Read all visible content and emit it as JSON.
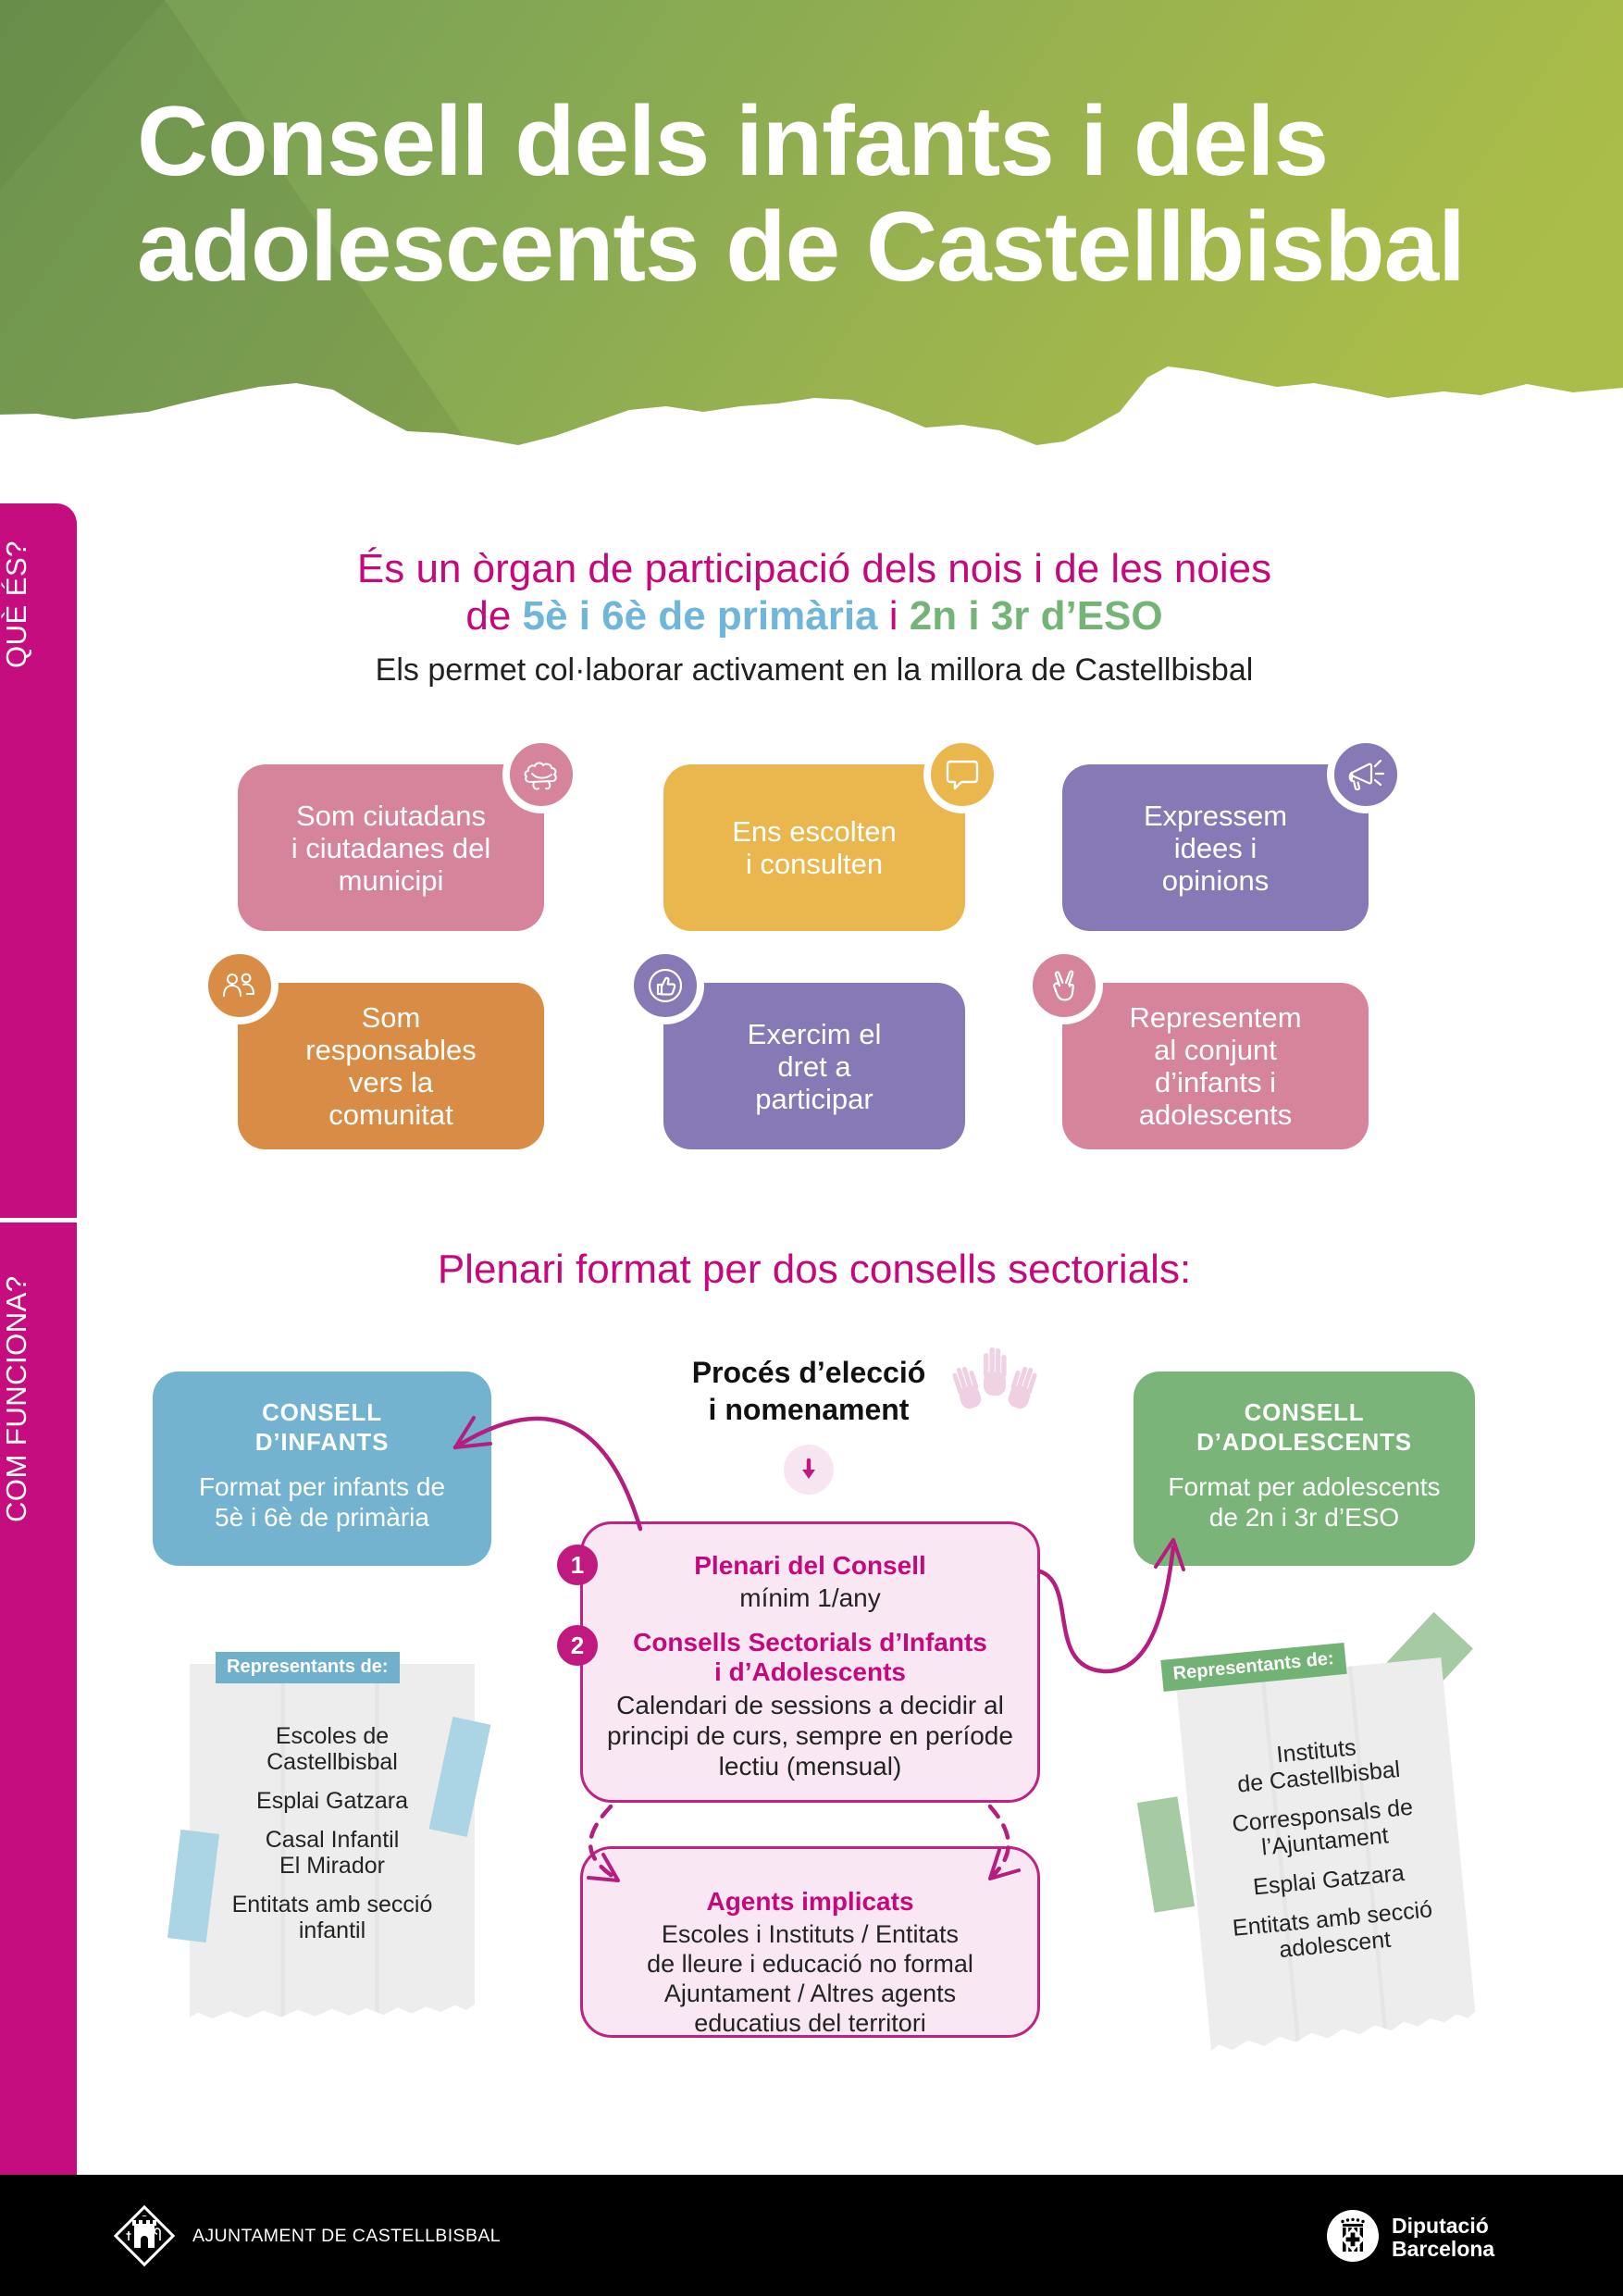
{
  "header": {
    "title_line1": "Consell dels infants i dels",
    "title_line2": "adolescents de Castellbisbal"
  },
  "sidebar": {
    "tab1": "QUÈ ÉS?",
    "tab2": "COM FUNCIONA?"
  },
  "intro": {
    "line1": "És un òrgan de participació dels nois i de les noies",
    "line2_pre": "de ",
    "line2_blue": "5è i 6è de primària",
    "line2_mid": " i ",
    "line2_green": "2n i 3r d’ESO",
    "line3": "Els permet col·laborar activament en la millora de Castellbisbal"
  },
  "benefits": [
    {
      "text": "Som ciutadans\ni ciutadanes del\nmunicipi",
      "color": "#d5849b",
      "icon": "crowd-icon"
    },
    {
      "text": "Ens escolten\ni consulten",
      "color": "#e9b74d",
      "icon": "speech-bubble-icon"
    },
    {
      "text": "Expressem\nidees i\nopinions",
      "color": "#8779b5",
      "icon": "megaphone-icon"
    },
    {
      "text": "Som\nresponsables\nvers la\ncomunitat",
      "color": "#d98c45",
      "icon": "people-group-icon"
    },
    {
      "text": "Exercim el\ndret a\nparticipar",
      "color": "#8779b5",
      "icon": "thumbs-up-icon"
    },
    {
      "text": "Representem\nal conjunt\nd’infants i\nadolescents",
      "color": "#d5849b",
      "icon": "victory-hand-icon"
    }
  ],
  "section2": {
    "title": "Plenari format per dos consells sectorials:",
    "consell_infants": {
      "title": "CONSELL\nD’INFANTS",
      "subtitle": "Format per infants de\n5è i 6è de primària"
    },
    "consell_adolescents": {
      "title": "CONSELL\nD’ADOLESCENTS",
      "subtitle": "Format per adolescents\nde 2n i 3r d’ESO"
    },
    "proces_title": "Procés d’elecció\ni nomenament",
    "plenari": {
      "num1": "1",
      "item1_title": "Plenari del Consell",
      "item1_body": "mínim 1/any",
      "num2": "2",
      "item2_title": "Consells Sectorials d’Infants\ni d’Adolescents",
      "item2_body": "Calendari de sessions a decidir al\nprincipi de curs, sempre en període\nlectiu (mensual)"
    },
    "agents": {
      "title": "Agents implicats",
      "body": "Escoles i Instituts / Entitats\nde lleure i educació no formal\nAjuntament / Altres agents\neducatius del territori"
    }
  },
  "notes": {
    "left": {
      "tag": "Representants de:",
      "item1": "Escoles de\nCastellbisbal",
      "item2": "Esplai Gatzara",
      "item3": "Casal Infantil\nEl Mirador",
      "item4": "Entitats amb secció\ninfantil"
    },
    "right": {
      "tag": "Representants de:",
      "item1": "Instituts\nde Castellbisbal",
      "item2": "Corresponsals de\nl’Ajuntament",
      "item3": "Esplai Gatzara",
      "item4": "Entitats amb secció\nadolescent"
    }
  },
  "footer": {
    "left_label": "AJUNTAMENT DE CASTELLBISBAL",
    "right_line1": "Diputació",
    "right_line2": "Barcelona"
  },
  "colors": {
    "brand_magenta": "#c5087c",
    "sidebar_magenta": "#c50d80",
    "accent_blue": "#6fb6d9",
    "accent_green": "#74b476",
    "box_pink": "#d5849b",
    "box_yellow": "#e9b74d",
    "box_purple": "#8779b5",
    "box_orange": "#d98c45",
    "box_blue": "#73b3cf",
    "box_green": "#7bb479",
    "panel_pink": "#f9e8f3",
    "panel_border": "#c02185",
    "header_green_dark": "#749c53",
    "header_green_light": "#abbd49",
    "footer_black": "#000000"
  }
}
